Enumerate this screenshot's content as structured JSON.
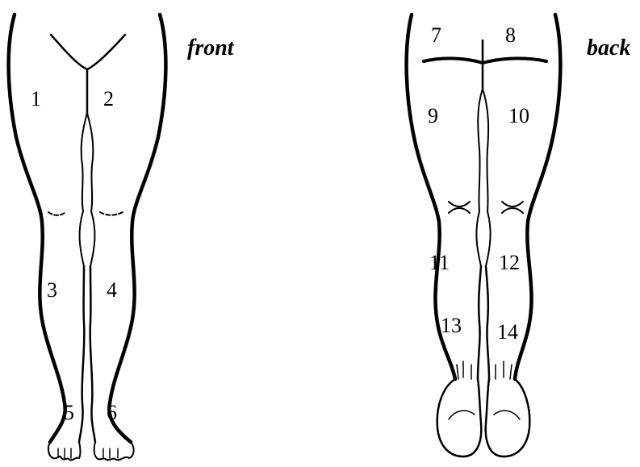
{
  "views": {
    "front": {
      "label": "front",
      "regions": [
        "1",
        "2",
        "3",
        "4",
        "5",
        "6"
      ]
    },
    "back": {
      "label": "back",
      "regions": [
        "7",
        "8",
        "9",
        "10",
        "11",
        "12",
        "13",
        "14"
      ]
    }
  },
  "line_color": "#000000",
  "background": "#ffffff"
}
